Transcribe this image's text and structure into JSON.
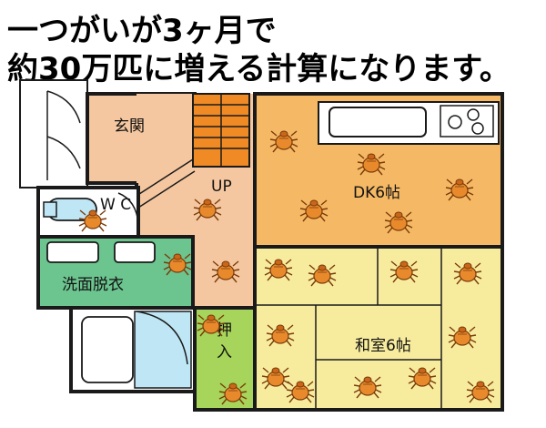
{
  "headline": {
    "line1": "一つがいが3ヶ月で",
    "line2": "約30万匹に増える計算になります。"
  },
  "rooms": {
    "entrance": "玄関",
    "stairs_up": "UP",
    "dk": "DK6帖",
    "wc": "W C",
    "washroom": "洗面脱衣",
    "closet": "押入",
    "japanese_room": "和室6帖"
  },
  "colors": {
    "entrance": "#f5c7a0",
    "dk": "#f5b965",
    "japanese_room": "#f7ec9e",
    "washroom": "#6cc48f",
    "closet": "#a7d45a",
    "bath": "#bfe6f5",
    "stairs": "#f08a24",
    "wall": "#1a1a1a",
    "mite": "#e38a2a"
  },
  "icons": [
    "mite-icon",
    "toilet-icon",
    "sink-icon",
    "stove-icon",
    "bathtub-icon",
    "door-icon"
  ]
}
